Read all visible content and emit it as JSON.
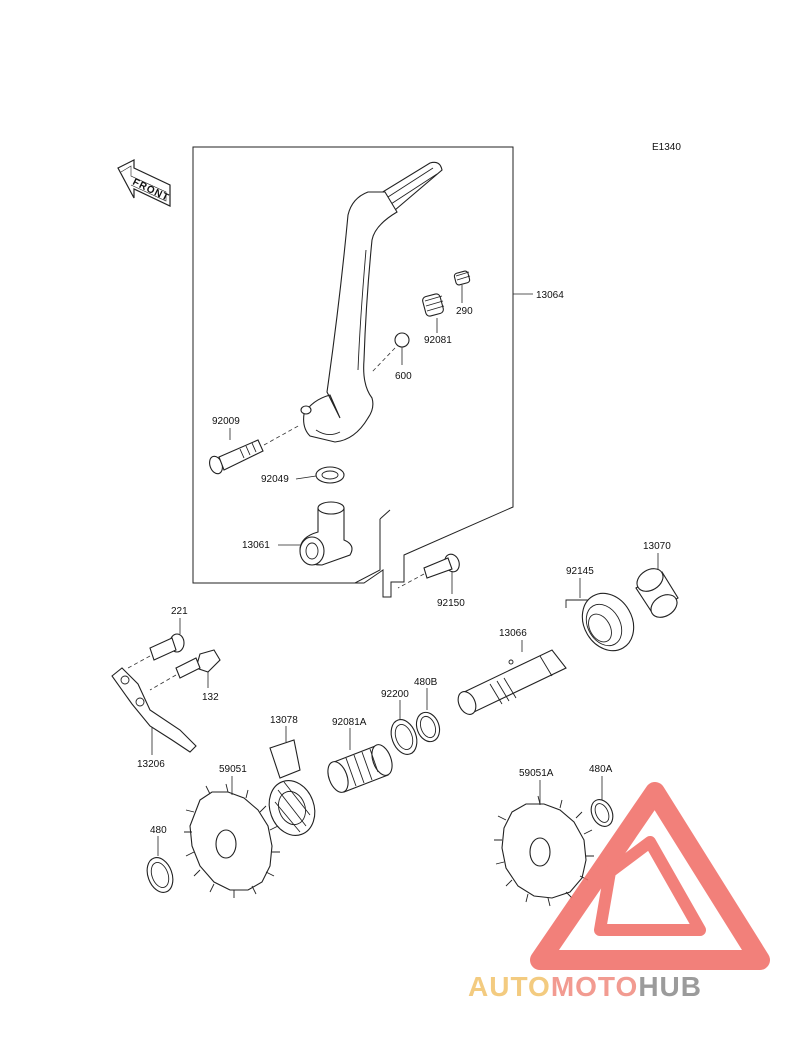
{
  "diagram": {
    "ref_code": "E1340",
    "front_label": "FRONT",
    "labels": {
      "p13064": "13064",
      "p290": "290",
      "p92081": "92081",
      "p600": "600",
      "p92009": "92009",
      "p92049": "92049",
      "p13061": "13061",
      "p92150": "92150",
      "p13070": "13070",
      "p92145": "92145",
      "p13066": "13066",
      "p221": "221",
      "p132": "132",
      "p13206": "13206",
      "p92200": "92200",
      "p480B": "480B",
      "p92081A": "92081A",
      "p13078": "13078",
      "p59051": "59051",
      "p480": "480",
      "p59051A": "59051A",
      "p480A": "480A"
    }
  },
  "watermark": {
    "part1": "AUTO",
    "part2": "MOTO",
    "part3": "HUB",
    "colors": {
      "auto": "#f2c36b",
      "moto": "#f08a7e",
      "hub": "#8a8a8a",
      "triangle": "#f06a63"
    }
  }
}
